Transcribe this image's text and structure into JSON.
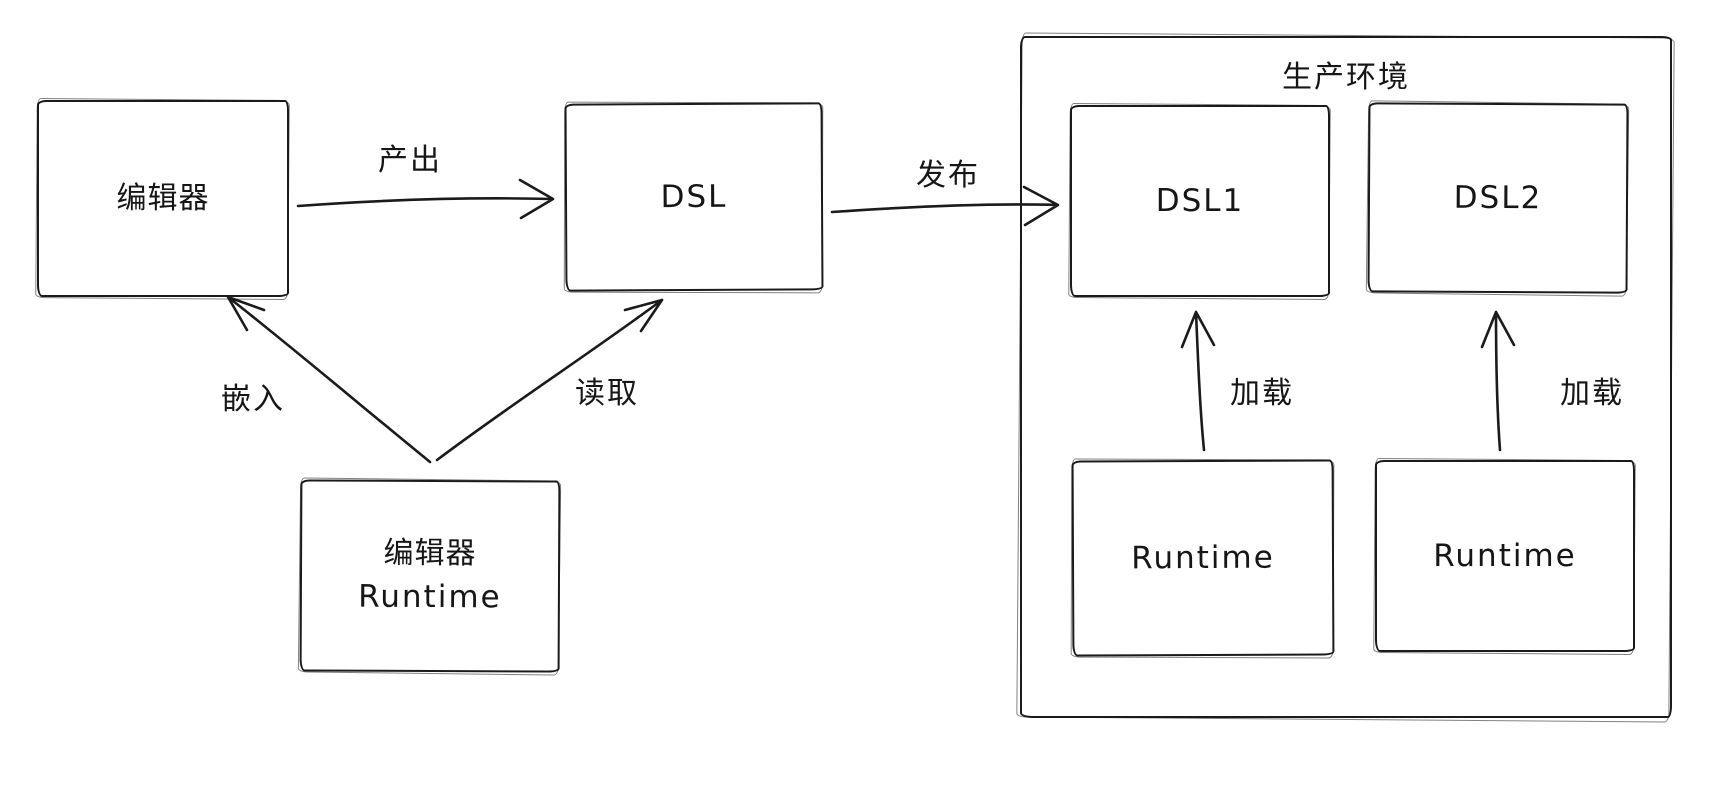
{
  "diagram": {
    "colors": {
      "stroke": "#1b1b1b",
      "background": "#ffffff"
    },
    "nodes": {
      "editor": {
        "label": "编辑器"
      },
      "dsl": {
        "label": "DSL"
      },
      "editor_runtime": {
        "label_line1": "编辑器",
        "label_line2": "Runtime"
      },
      "production": {
        "title": "生产环境"
      },
      "dsl1": {
        "label": "DSL1"
      },
      "dsl2": {
        "label": "DSL2"
      },
      "runtime1": {
        "label": "Runtime"
      },
      "runtime2": {
        "label": "Runtime"
      }
    },
    "edges": {
      "produce": {
        "label": "产出",
        "from": "editor",
        "to": "dsl"
      },
      "publish": {
        "label": "发布",
        "from": "dsl",
        "to": "production"
      },
      "load1": {
        "label": "加载",
        "from": "runtime1",
        "to": "dsl1"
      },
      "load2": {
        "label": "加载",
        "from": "runtime2",
        "to": "dsl2"
      },
      "embed": {
        "label": "嵌入",
        "from": "editor_runtime",
        "to": "editor"
      },
      "read": {
        "label": "读取",
        "from": "editor_runtime",
        "to": "dsl"
      }
    }
  }
}
